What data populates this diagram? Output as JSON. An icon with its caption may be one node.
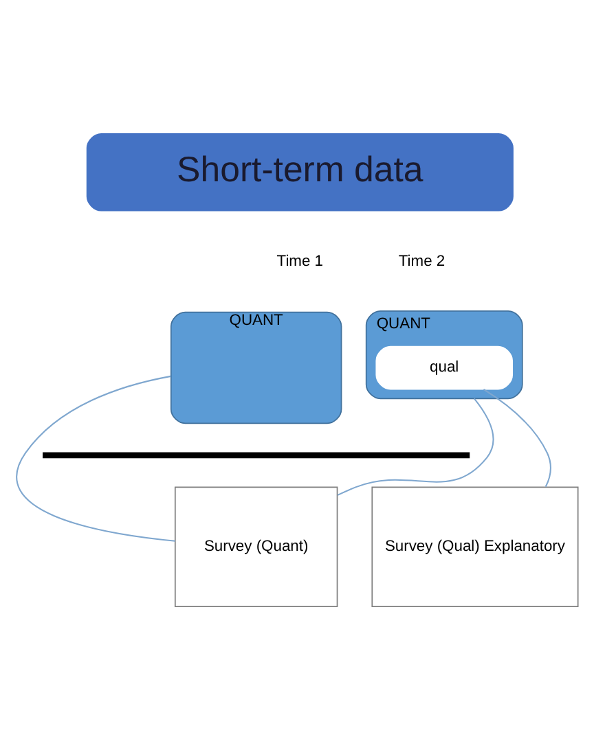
{
  "diagram": {
    "nodes": [
      {
        "text": [
          "Short-term data"
        ]
      },
      {
        "text": [
          "QUANT"
        ]
      },
      {
        "text": [
          "QUANT"
        ]
      },
      {
        "text": [
          "qual"
        ],
        "in": 2
      },
      {
        "text": [
          "Survey (Quant)"
        ]
      },
      {
        "text": [
          "Survey (Qual) Explanatory"
        ]
      }
    ],
    "edges": [
      {
        "from": 1,
        "to": 4,
        "arrow": "none"
      },
      {
        "from": 2,
        "to": 4,
        "arrow": "none"
      },
      {
        "from": 3,
        "to": 5,
        "arrow": "none"
      }
    ],
    "labels": [
      "Time 1",
      "Time 2"
    ]
  }
}
